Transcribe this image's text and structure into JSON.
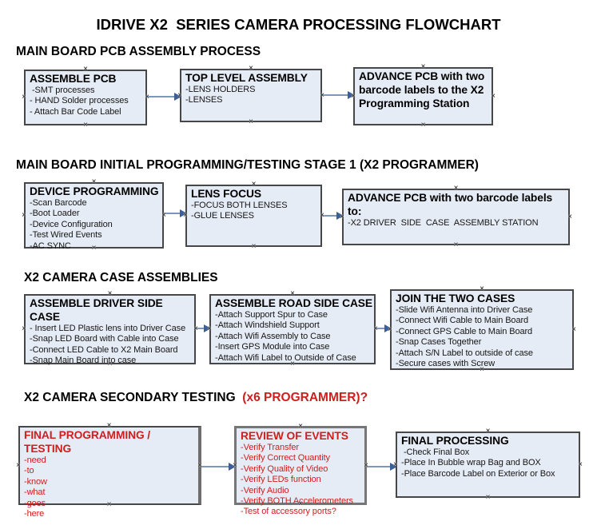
{
  "title": "IDRIVE X2  SERIES CAMERA PROCESSING FLOWCHART",
  "colors": {
    "box_fill": "#e6ecf5",
    "box_border": "#474747",
    "arrow_line": "#7d97bb",
    "arrow_head": "#3c5f98",
    "red_text": "#cf1e1e"
  },
  "sections": [
    {
      "heading": "MAIN BOARD PCB ASSEMBLY PROCESS",
      "boxes": [
        {
          "title": "ASSEMBLE PCB",
          "items": [
            " -SMT processes",
            "- HAND Solder processes",
            "- Attach Bar Code Label"
          ]
        },
        {
          "title": "TOP LEVEL ASSEMBLY",
          "items": [
            "-LENS HOLDERS",
            "-LENSES"
          ]
        },
        {
          "title": "ADVANCE PCB with two barcode labels to the X2 Programming Station",
          "items": []
        }
      ]
    },
    {
      "heading": "MAIN BOARD INITIAL PROGRAMMING/TESTING STAGE 1 (X2 PROGRAMMER)",
      "boxes": [
        {
          "title": "DEVICE PROGRAMMING",
          "items": [
            "-Scan Barcode",
            "-Boot Loader",
            "-Device Configuration",
            "-Test Wired Events",
            "-AC SYNC"
          ]
        },
        {
          "title": "LENS FOCUS",
          "items": [
            "-FOCUS BOTH LENSES",
            "-GLUE LENSES"
          ]
        },
        {
          "title": "ADVANCE PCB with two barcode labels to:",
          "items": [
            "-X2 DRIVER  SIDE  CASE  ASSEMBLY STATION"
          ]
        }
      ]
    },
    {
      "heading": "X2 CAMERA CASE ASSEMBLIES",
      "boxes": [
        {
          "title": "ASSEMBLE DRIVER SIDE CASE",
          "items": [
            "- Insert LED Plastic lens into Driver Case",
            "-Snap LED Board with Cable into Case",
            "-Connect LED Cable to X2 Main Board",
            "-Snap Main Board into case"
          ]
        },
        {
          "title": "ASSEMBLE ROAD SIDE CASE",
          "items": [
            "-Attach Support Spur to Case",
            "-Attach Windshield Support",
            "-Attach Wifi Assembly to Case",
            "-Insert GPS Module into Case",
            "-Attach Wifi Label to Outside of Case"
          ]
        },
        {
          "title": "JOIN THE TWO CASES",
          "items": [
            "-Slide Wifi Antenna into Driver Case",
            "-Connect Wifi Cable to Main Board",
            "-Connect GPS Cable to Main Board",
            "-Snap Cases Together",
            "-Attach S/N Label to outside of case",
            "-Secure cases with Screw"
          ]
        }
      ]
    },
    {
      "heading": "X2 CAMERA SECONDARY TESTING ",
      "heading_red": " (x6 PROGRAMMER)?",
      "boxes": [
        {
          "title": "FINAL PROGRAMMING / TESTING",
          "items": [
            "-need",
            "-to",
            "-know",
            "-what",
            "-goes",
            "-here"
          ]
        },
        {
          "title": "REVIEW OF EVENTS",
          "items": [
            "-Verify Transfer",
            "-Verify Correct Quantity",
            "-Verify Quality of Video",
            "-Verify LEDs function",
            "-Verify Audio",
            "-Verify BOTH Accelerometers",
            "-Test of accessory ports?"
          ]
        },
        {
          "title": "FINAL PROCESSING",
          "items": [
            " -Check Final Box",
            "-Place In Bubble wrap Bag and BOX",
            "-Place Barcode Label on Exterior or Box"
          ]
        }
      ]
    }
  ]
}
